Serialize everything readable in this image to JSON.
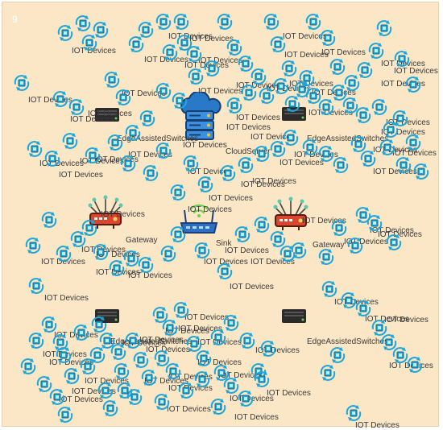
{
  "frame_index": "9",
  "labels": {
    "iot": "IOT Devices",
    "edge": "EdgeAssistedSwitches",
    "cloud": "CloudServer",
    "gateway": "Gateway",
    "sink": "Sink"
  },
  "colors": {
    "background": "#fbe7c6",
    "iot_device": "#1aa7de",
    "cloud": "#2a78c8",
    "gateway": "#d9452d",
    "sink": "#2e6fc4",
    "switch": "#2b2b2b",
    "wifi": "#6bd24a"
  },
  "icons": {
    "iot_device": "iot-sensor-icon",
    "edge": "network-switch-icon",
    "cloud": "cloud-server-icon",
    "gateway": "gateway-router-icon",
    "sink": "sink-router-icon"
  }
}
